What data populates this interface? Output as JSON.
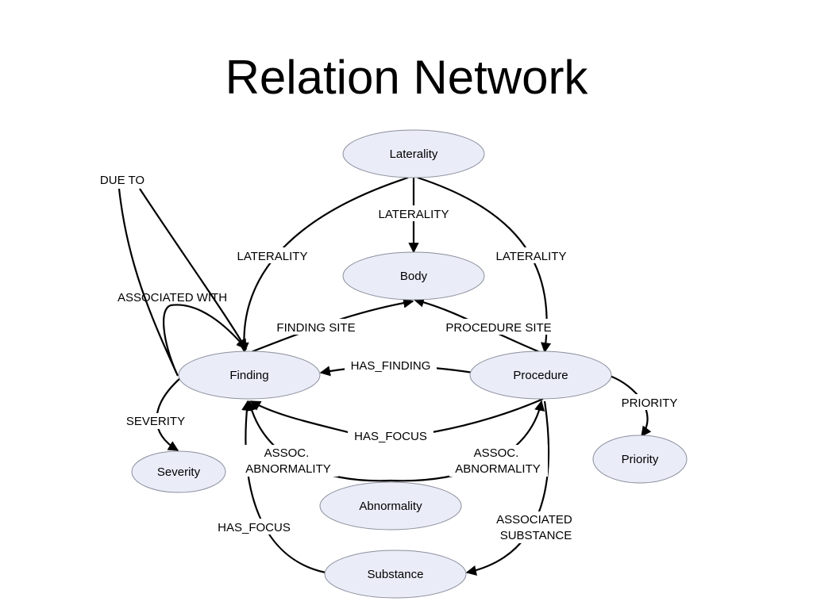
{
  "title": "Relation Network",
  "nodes": {
    "laterality": "Laterality",
    "body": "Body",
    "finding": "Finding",
    "procedure": "Procedure",
    "severity": "Severity",
    "priority": "Priority",
    "abnormality": "Abnormality",
    "substance": "Substance"
  },
  "edges": {
    "due_to": "DUE TO",
    "laterality_body": "LATERALITY",
    "laterality_finding": "LATERALITY",
    "laterality_procedure": "LATERALITY",
    "associated_with": "ASSOCIATED WITH",
    "finding_site": "FINDING SITE",
    "procedure_site": "PROCEDURE SITE",
    "has_finding": "HAS_FINDING",
    "priority": "PRIORITY",
    "severity": "SEVERITY",
    "has_focus_procedure": "HAS_FOCUS",
    "assoc_abnormality_finding": [
      "ASSOC.",
      "ABNORMALITY"
    ],
    "assoc_abnormality_procedure": [
      "ASSOC.",
      "ABNORMALITY"
    ],
    "has_focus_substance": "HAS_FOCUS",
    "associated_substance": [
      "ASSOCIATED",
      "SUBSTANCE"
    ]
  }
}
